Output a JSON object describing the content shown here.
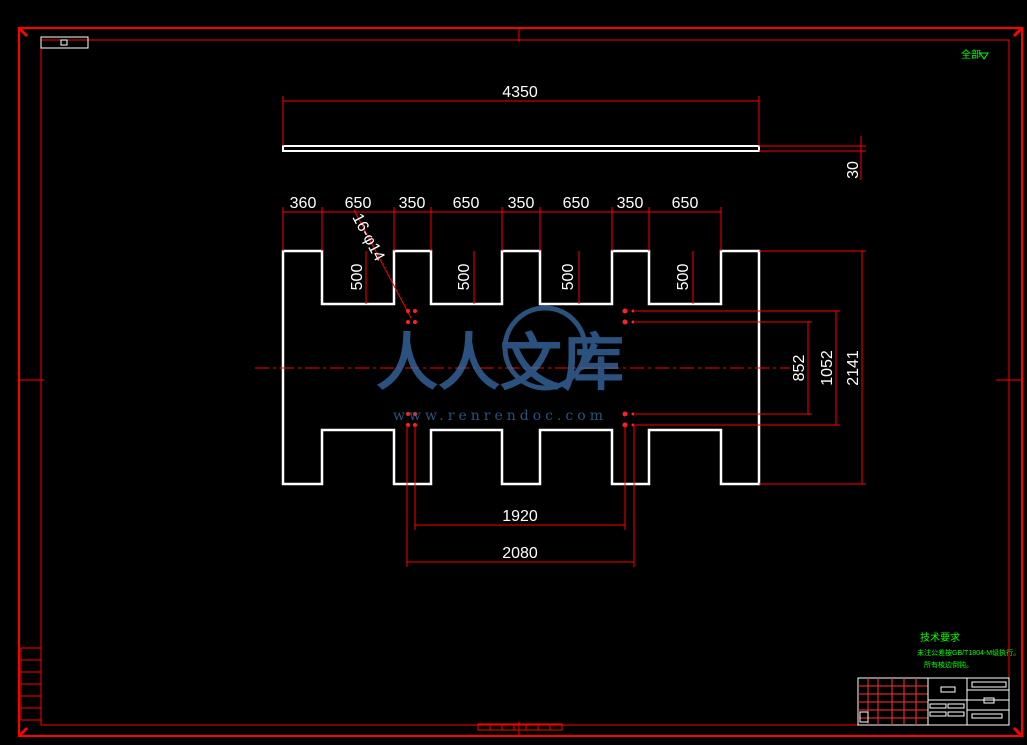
{
  "drawing": {
    "top_view": {
      "length_label": "4350",
      "thickness_label": "30"
    },
    "main_view": {
      "top_segment_labels": [
        "360",
        "650",
        "350",
        "650",
        "350",
        "650",
        "350",
        "650"
      ],
      "hole_label": "16-φ14",
      "slot_depth_labels": [
        "500",
        "500",
        "500",
        "500"
      ],
      "right_dim_labels": [
        "852",
        "1052",
        "2141"
      ],
      "bottom_dim_labels": [
        "1920",
        "2080"
      ]
    },
    "corner_note": "全部",
    "technical_requirements": {
      "title": "技术要求",
      "lines": [
        "未注公差按GB/T1804-M级执行。",
        "所有棱边倒钝。"
      ]
    }
  },
  "watermark": {
    "text": "人人文库",
    "url": "www.renrendoc.com"
  },
  "colors": {
    "background": "#000000",
    "frame": "#ff0000",
    "outline": "#ffffff",
    "notes": "#00ff00"
  }
}
